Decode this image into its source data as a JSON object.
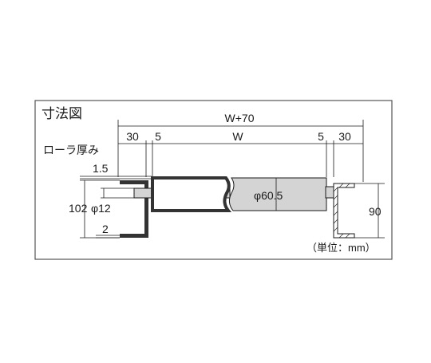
{
  "panel": {
    "title": "寸法図",
    "unit_note": "（単位：mm）"
  },
  "dimensions": {
    "total_width": "W+70",
    "left_offset": "30",
    "left_gap": "5",
    "roller_width": "W",
    "right_gap": "5",
    "right_offset": "30",
    "roller_thickness_label": "ローラ厚み",
    "roller_thickness": "1.5",
    "frame_thickness": "2",
    "frame_height_left": "102",
    "shaft_diameter": "φ12",
    "roller_diameter": "φ60.5",
    "frame_height_right": "90"
  },
  "colors": {
    "ink": "#1a1a1a",
    "frame_fill": "#333333",
    "shaft_fill": "#d4d4d4",
    "roller_fill": "#d4d4d4",
    "border": "#555555"
  }
}
